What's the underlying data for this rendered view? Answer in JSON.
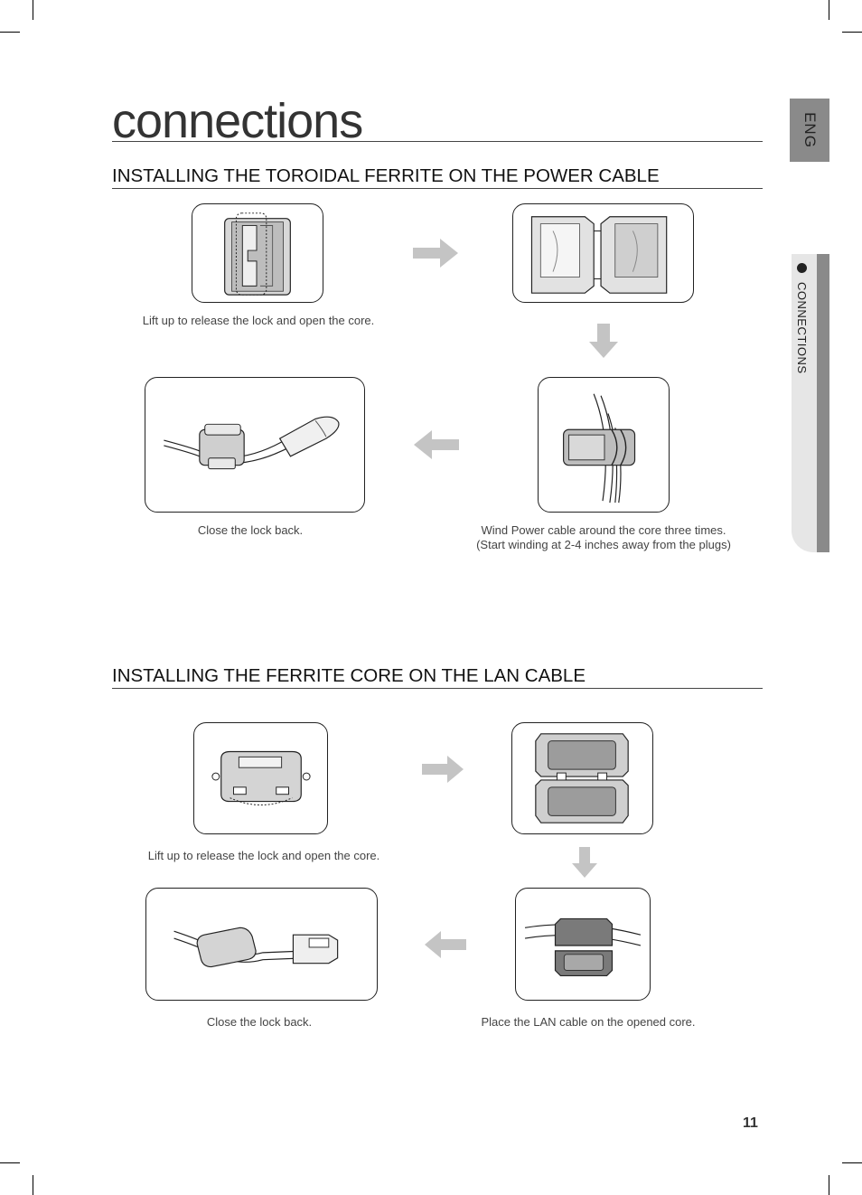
{
  "page": {
    "title": "connections",
    "lang_tab": "ENG",
    "side_label": "CONNECTIONS",
    "page_number": "11"
  },
  "section1": {
    "heading": "INSTALLING THE TOROIDAL FERRITE ON THE POWER CABLE",
    "captions": {
      "step1": "Lift up to release the lock and open the core.",
      "step3_line1": "Wind Power cable around the core three times.",
      "step3_line2": "(Start winding at 2-4 inches away from the plugs)",
      "step4": "Close the lock back."
    }
  },
  "section2": {
    "heading": "INSTALLING THE FERRITE CORE ON THE LAN CABLE",
    "captions": {
      "step1": "Lift up to release the lock and open the core.",
      "step3": "Place the LAN cable on the opened core.",
      "step4": "Close the lock back."
    }
  },
  "colors": {
    "arrow": "#c4c4c4",
    "tab": "#8a8a8a",
    "side_panel": "#e6e6e6"
  }
}
